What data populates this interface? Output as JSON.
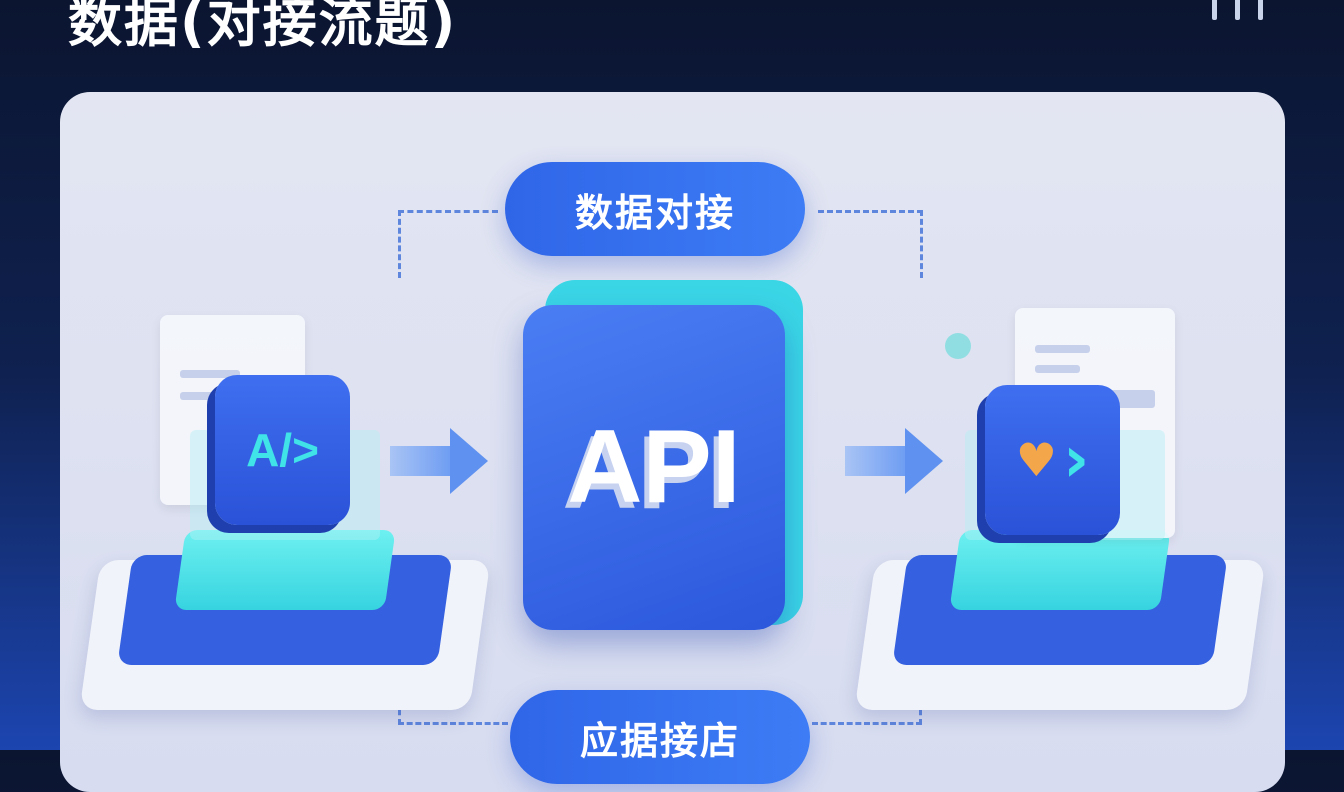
{
  "header": {
    "title": "数据(对接流题)"
  },
  "diagram": {
    "top_label": "数据对接",
    "bottom_label": "应据接店",
    "center_card": "API",
    "left_node": {
      "icon": "code-icon",
      "text": "A/>"
    },
    "right_node": {
      "icon": "heart-arrow-icon",
      "text": "›"
    }
  },
  "colors": {
    "accent": "#2f66e8",
    "cyan": "#3ad6e6",
    "background": "#0b1530",
    "panel": "#e3e6f2"
  }
}
